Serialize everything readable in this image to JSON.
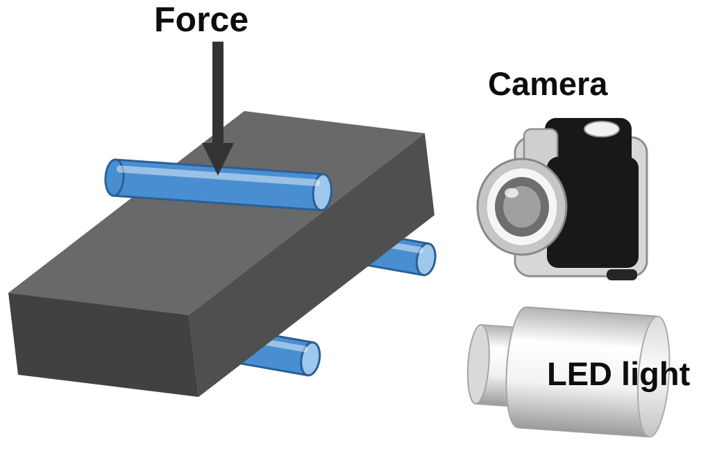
{
  "diagram": {
    "labels": {
      "force": "Force",
      "camera": "Camera",
      "led_light": "LED light"
    },
    "components": [
      {
        "name": "force-arrow",
        "icon": "arrow-down-icon"
      },
      {
        "name": "loading-roller",
        "icon": "blue-cylinder-icon"
      },
      {
        "name": "specimen-block",
        "icon": "gray-3d-block-icon"
      },
      {
        "name": "support-roller-right",
        "icon": "blue-cylinder-icon"
      },
      {
        "name": "support-roller-bottom",
        "icon": "blue-cylinder-icon"
      },
      {
        "name": "camera",
        "icon": "camera-icon"
      },
      {
        "name": "led-light",
        "icon": "led-cylinder-icon"
      }
    ],
    "colors": {
      "background": "#ffffff",
      "label_text": "#0d0d0d",
      "force_arrow": "#333333",
      "block_top": "#696969",
      "block_front": "#414141",
      "block_side": "#4f4f4f",
      "roller_fill": "#4a8ed2",
      "roller_stroke": "#2a5f94",
      "roller_end_cap": "#9ec7ec",
      "camera_body": "#d7d7d7",
      "camera_front": "#181818",
      "led_body_light": "#f5f5f5"
    }
  }
}
